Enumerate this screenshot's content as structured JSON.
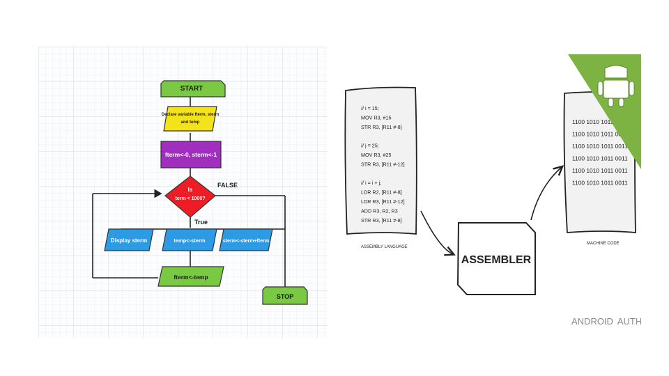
{
  "flowchart": {
    "start": "START",
    "declare_line1": "Declare variable fterm, sterm",
    "declare_line2": "and temp",
    "init": "fterm<-0, sterm<-1",
    "decision_line1": "Is",
    "decision_line2": "term < 1000?",
    "false_label": "FALSE",
    "true_label": "True",
    "display": "Display sterm",
    "temp": "temp<-sterm",
    "sterm_update": "sterm<-sterm+fterm",
    "fterm_update": "fterm<-temp",
    "stop": "STOP",
    "colors": {
      "terminal": "#7ac943",
      "input": "#f4e21a",
      "process_init": "#a02fbf",
      "decision": "#ee1c25",
      "process": "#2c9be4",
      "grid": "#d6e6f2"
    }
  },
  "assembly": {
    "code_lines": [
      "// i = 15;",
      "MOV R3, #15",
      "STR R3, [R11 #-8]",
      "",
      "// j = 25;",
      "MOV R3, #25",
      "STR R3, [R11 #-12]",
      "",
      "// i = i + j;",
      "LDR R2, [R11 #-8]",
      "LDR R3, [R11 #-12]",
      "ADD R3, R2, R3",
      "STR R3, [R11 #-8]"
    ],
    "code_caption": "ASSEMBLY LANGUAGE",
    "assembler": "ASSEMBLER",
    "machine_lines": [
      "1100 1010 1011 0011",
      "1100 1010 1011 0011",
      "1100 1010 1011 0011",
      "1100 1010 1011 0011",
      "1100 1010 1011 0011",
      "1100 1010 1011 0011"
    ],
    "machine_caption": "MACHINE CODE",
    "brand_part1": "ANDROID",
    "brand_part2": "AUTHORITY",
    "colors": {
      "corner": "#7cb342",
      "ink": "#222222"
    }
  }
}
